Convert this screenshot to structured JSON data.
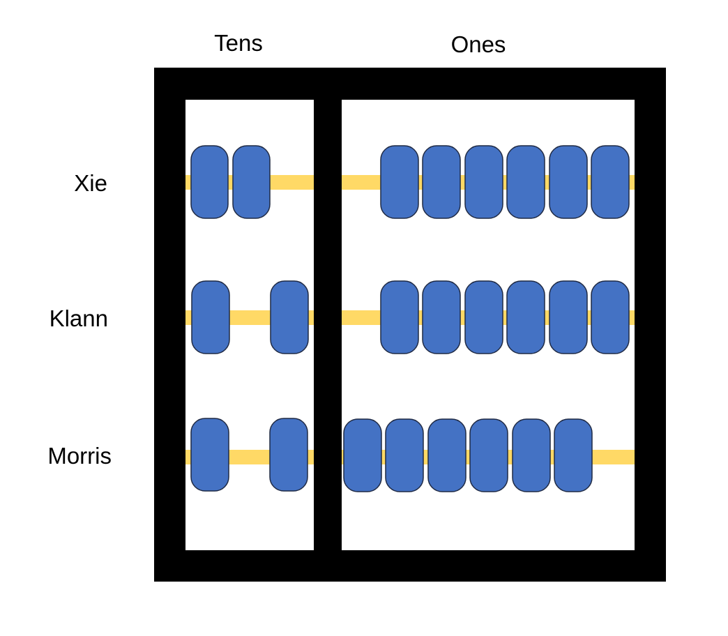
{
  "columns": [
    {
      "name": "tens",
      "label": "Tens"
    },
    {
      "name": "ones",
      "label": "Ones"
    }
  ],
  "rows": [
    {
      "name": "xie",
      "label": "Xie",
      "tens": 2,
      "ones": 6
    },
    {
      "name": "klann",
      "label": "Klann",
      "tens": 2,
      "ones": 6
    },
    {
      "name": "morris",
      "label": "Morris",
      "tens": 2,
      "ones": 6
    }
  ],
  "colors": {
    "frame": "#000000",
    "rod": "#ffd966",
    "bead_fill": "#4472c4",
    "bead_stroke": "#1f2a44",
    "background": "#ffffff"
  }
}
